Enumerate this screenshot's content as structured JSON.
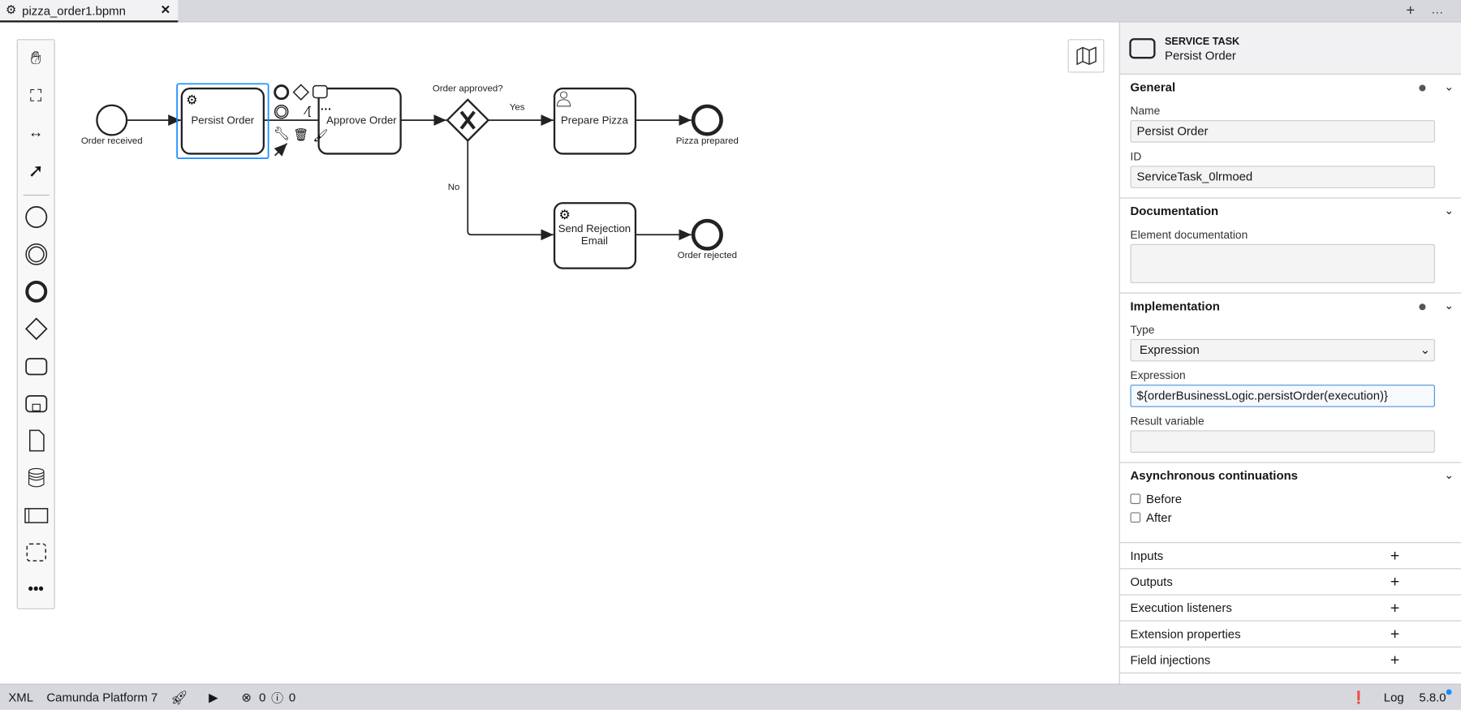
{
  "tab": {
    "title": "pizza_order1.bpmn",
    "close": "✕",
    "add": "+",
    "more": "···"
  },
  "diagram": {
    "start_event": "Order received",
    "tasks": [
      "Persist Order",
      "Approve Order",
      "Prepare Pizza",
      "Send Rejection",
      "Email"
    ],
    "gateway": "Order approved?",
    "flow_yes": "Yes",
    "flow_no": "No",
    "end_events": [
      "Pizza prepared",
      "Order rejected"
    ]
  },
  "palette": [
    "hand-tool",
    "lasso-tool",
    "space-tool",
    "connect-tool",
    "start-event",
    "intermediate-event",
    "end-event",
    "gateway",
    "task",
    "subprocess",
    "data-object",
    "data-store",
    "pool",
    "group",
    "more"
  ],
  "properties": {
    "element_type": "SERVICE TASK",
    "element_name": "Persist Order",
    "general": {
      "title": "General",
      "name_label": "Name",
      "name_value": "Persist Order",
      "id_label": "ID",
      "id_value": "ServiceTask_0lrmoed"
    },
    "documentation": {
      "title": "Documentation",
      "label": "Element documentation",
      "value": ""
    },
    "implementation": {
      "title": "Implementation",
      "type_label": "Type",
      "type_value": "Expression",
      "expression_label": "Expression",
      "expression_value": "${orderBusinessLogic.persistOrder(execution)}",
      "result_label": "Result variable",
      "result_value": ""
    },
    "async": {
      "title": "Asynchronous continuations",
      "before": "Before",
      "after": "After"
    },
    "groups": [
      "Inputs",
      "Outputs",
      "Execution listeners",
      "Extension properties",
      "Field injections"
    ]
  },
  "status": {
    "xml": "XML",
    "platform": "Camunda Platform 7",
    "errors": "0",
    "warnings": "0",
    "log": "Log",
    "version": "5.8.0"
  },
  "colors": {
    "selection": "#1a8cff",
    "chrome": "#d7d8dd"
  }
}
